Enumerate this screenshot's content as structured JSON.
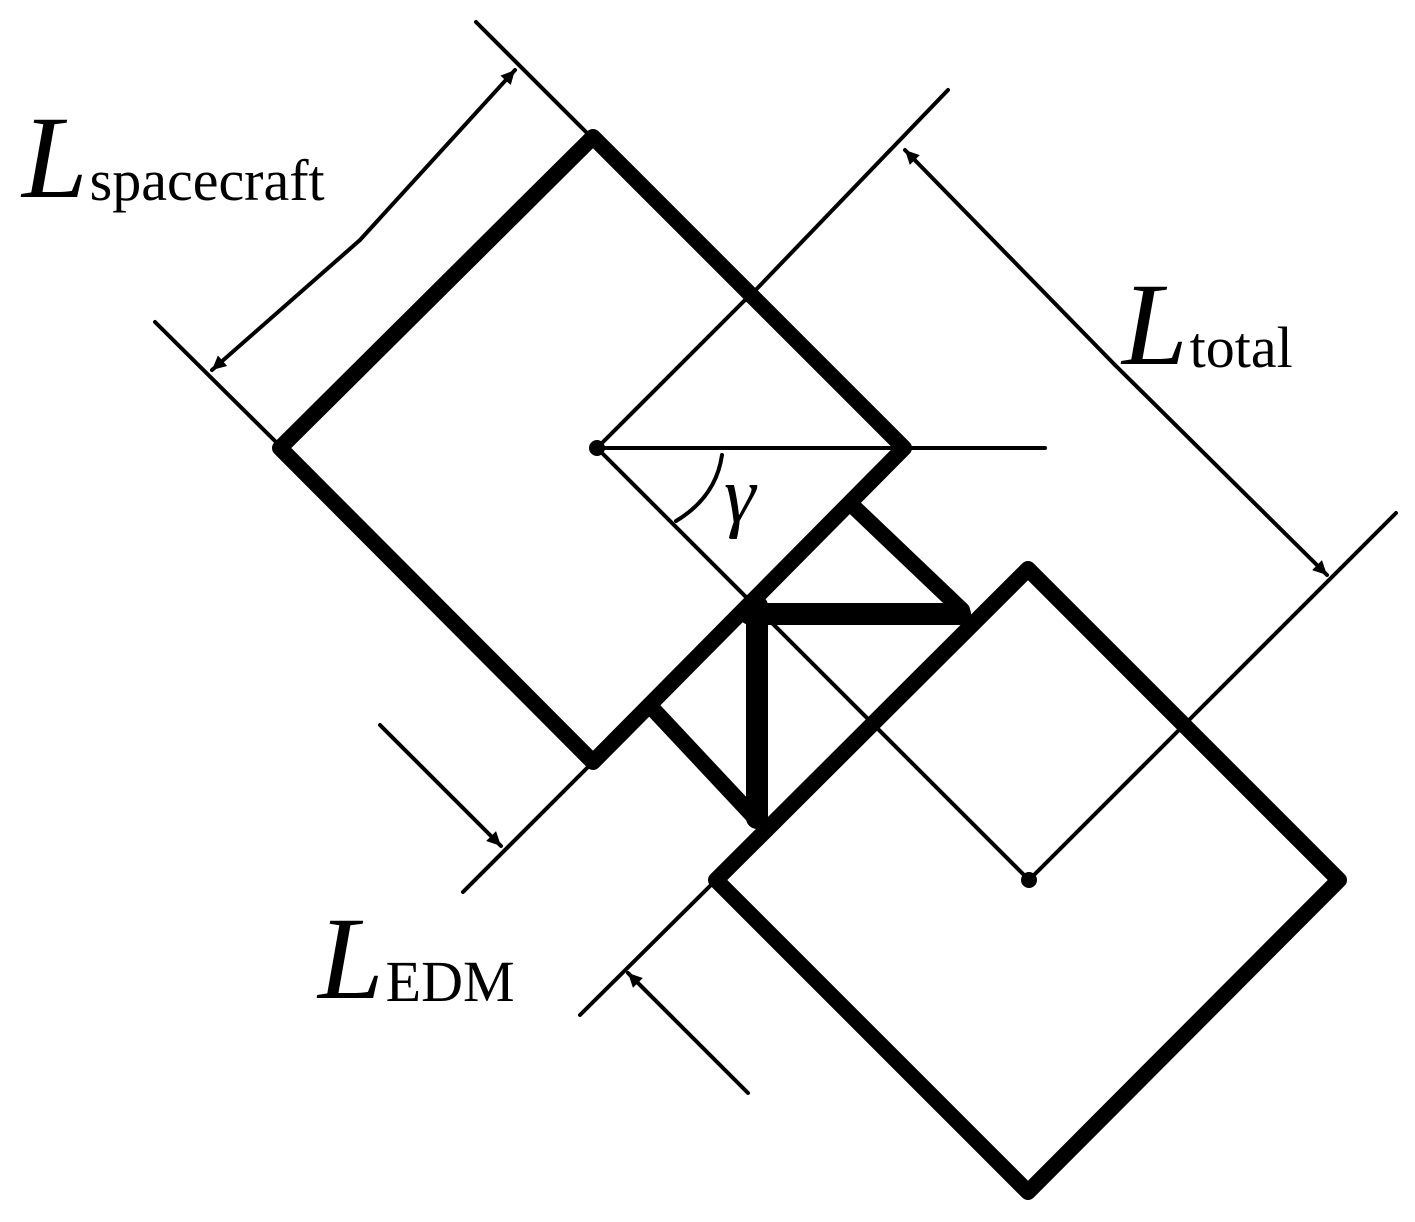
{
  "diagram": {
    "stroke_color": "#000000",
    "background_color": "#ffffff",
    "labels": {
      "spacecraft": {
        "main": "L",
        "sub": "spacecraft"
      },
      "total": {
        "main": "L",
        "sub": "total"
      },
      "edm": {
        "main": "L",
        "sub": "EDM"
      },
      "angle": "γ"
    }
  }
}
